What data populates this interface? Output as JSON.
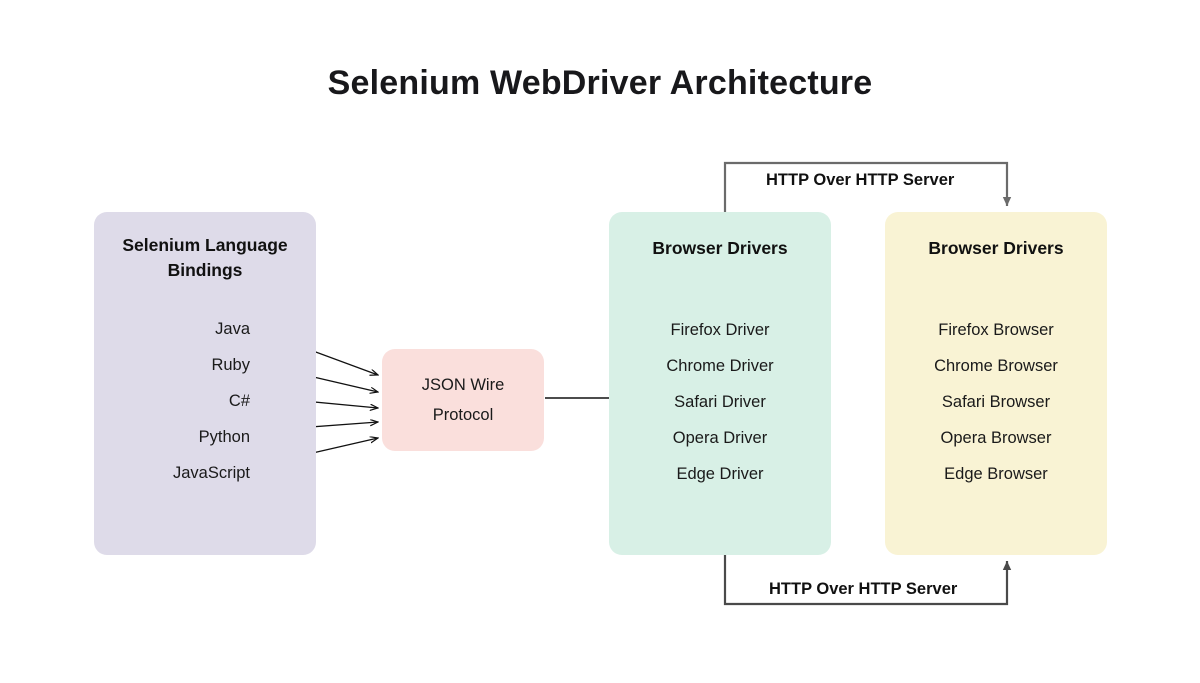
{
  "page": {
    "title": "Selenium WebDriver Architecture",
    "background_color": "#ffffff"
  },
  "panels": {
    "bindings": {
      "title": "Selenium Language Bindings",
      "color": "#dedbe9",
      "items": [
        "Java",
        "Ruby",
        "C#",
        "Python",
        "JavaScript"
      ]
    },
    "protocol": {
      "line1": "JSON Wire",
      "line2": "Protocol",
      "color": "#fadfdc"
    },
    "drivers": {
      "title": "Browser Drivers",
      "color": "#d8f0e6",
      "items": [
        "Firefox Driver",
        "Chrome Driver",
        "Safari Driver",
        "Opera Driver",
        "Edge Driver"
      ]
    },
    "browsers": {
      "title": "Browser Drivers",
      "color": "#f9f3d4",
      "items": [
        "Firefox Browser",
        "Chrome Browser",
        "Safari Browser",
        "Opera Browser",
        "Edge Browser"
      ]
    }
  },
  "connectors": {
    "http_top_label": "HTTP Over HTTP Server",
    "http_bottom_label": "HTTP Over HTTP Server",
    "line_color": "#6b6b6b",
    "arrow_color": "#111111"
  }
}
